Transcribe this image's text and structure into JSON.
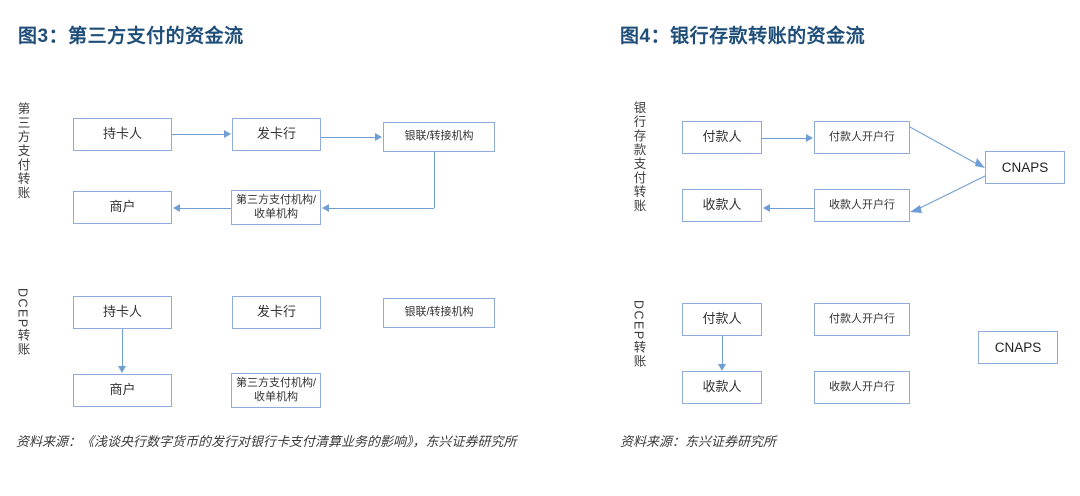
{
  "figures": [
    {
      "id": "fig3",
      "title": "图3：第三方支付的资金流",
      "rows": [
        {
          "label": "第三方支付转账",
          "nodes": [
            {
              "name": "cardholder",
              "text": "持卡人"
            },
            {
              "name": "issuing-bank",
              "text": "发卡行"
            },
            {
              "name": "unionpay-switch",
              "text": "银联/转接机构"
            },
            {
              "name": "third-party-payment-acquirer",
              "text": "第三方支付机构/收单机构"
            },
            {
              "name": "merchant",
              "text": "商户"
            }
          ]
        },
        {
          "label": "DCEP转账",
          "nodes": [
            {
              "name": "cardholder",
              "text": "持卡人"
            },
            {
              "name": "issuing-bank",
              "text": "发卡行"
            },
            {
              "name": "unionpay-switch",
              "text": "银联/转接机构"
            },
            {
              "name": "third-party-payment-acquirer",
              "text": "第三方支付机构/收单机构"
            },
            {
              "name": "merchant",
              "text": "商户"
            }
          ]
        }
      ],
      "source": "资料来源：《浅谈央行数字货币的发行对银行卡支付清算业务的影响》，东兴证券研究所"
    },
    {
      "id": "fig4",
      "title": "图4：银行存款转账的资金流",
      "rows": [
        {
          "label": "银行存款支付转账",
          "nodes": [
            {
              "name": "payer",
              "text": "付款人"
            },
            {
              "name": "payer-bank",
              "text": "付款人开户行"
            },
            {
              "name": "cnaps",
              "text": "CNAPS"
            },
            {
              "name": "payee-bank",
              "text": "收款人开户行"
            },
            {
              "name": "payee",
              "text": "收款人"
            }
          ]
        },
        {
          "label": "DCEP转账",
          "nodes": [
            {
              "name": "payer",
              "text": "付款人"
            },
            {
              "name": "payer-bank",
              "text": "付款人开户行"
            },
            {
              "name": "cnaps",
              "text": "CNAPS"
            },
            {
              "name": "payee-bank",
              "text": "收款人开户行"
            },
            {
              "name": "payee",
              "text": "收款人"
            }
          ]
        }
      ],
      "source": "资料来源：东兴证券研究所"
    }
  ],
  "colors": {
    "title": "#1f4e79",
    "box_border": "#8faadc",
    "connector": "#6f9ed4",
    "background": "#ffffff",
    "text": "#333333"
  }
}
